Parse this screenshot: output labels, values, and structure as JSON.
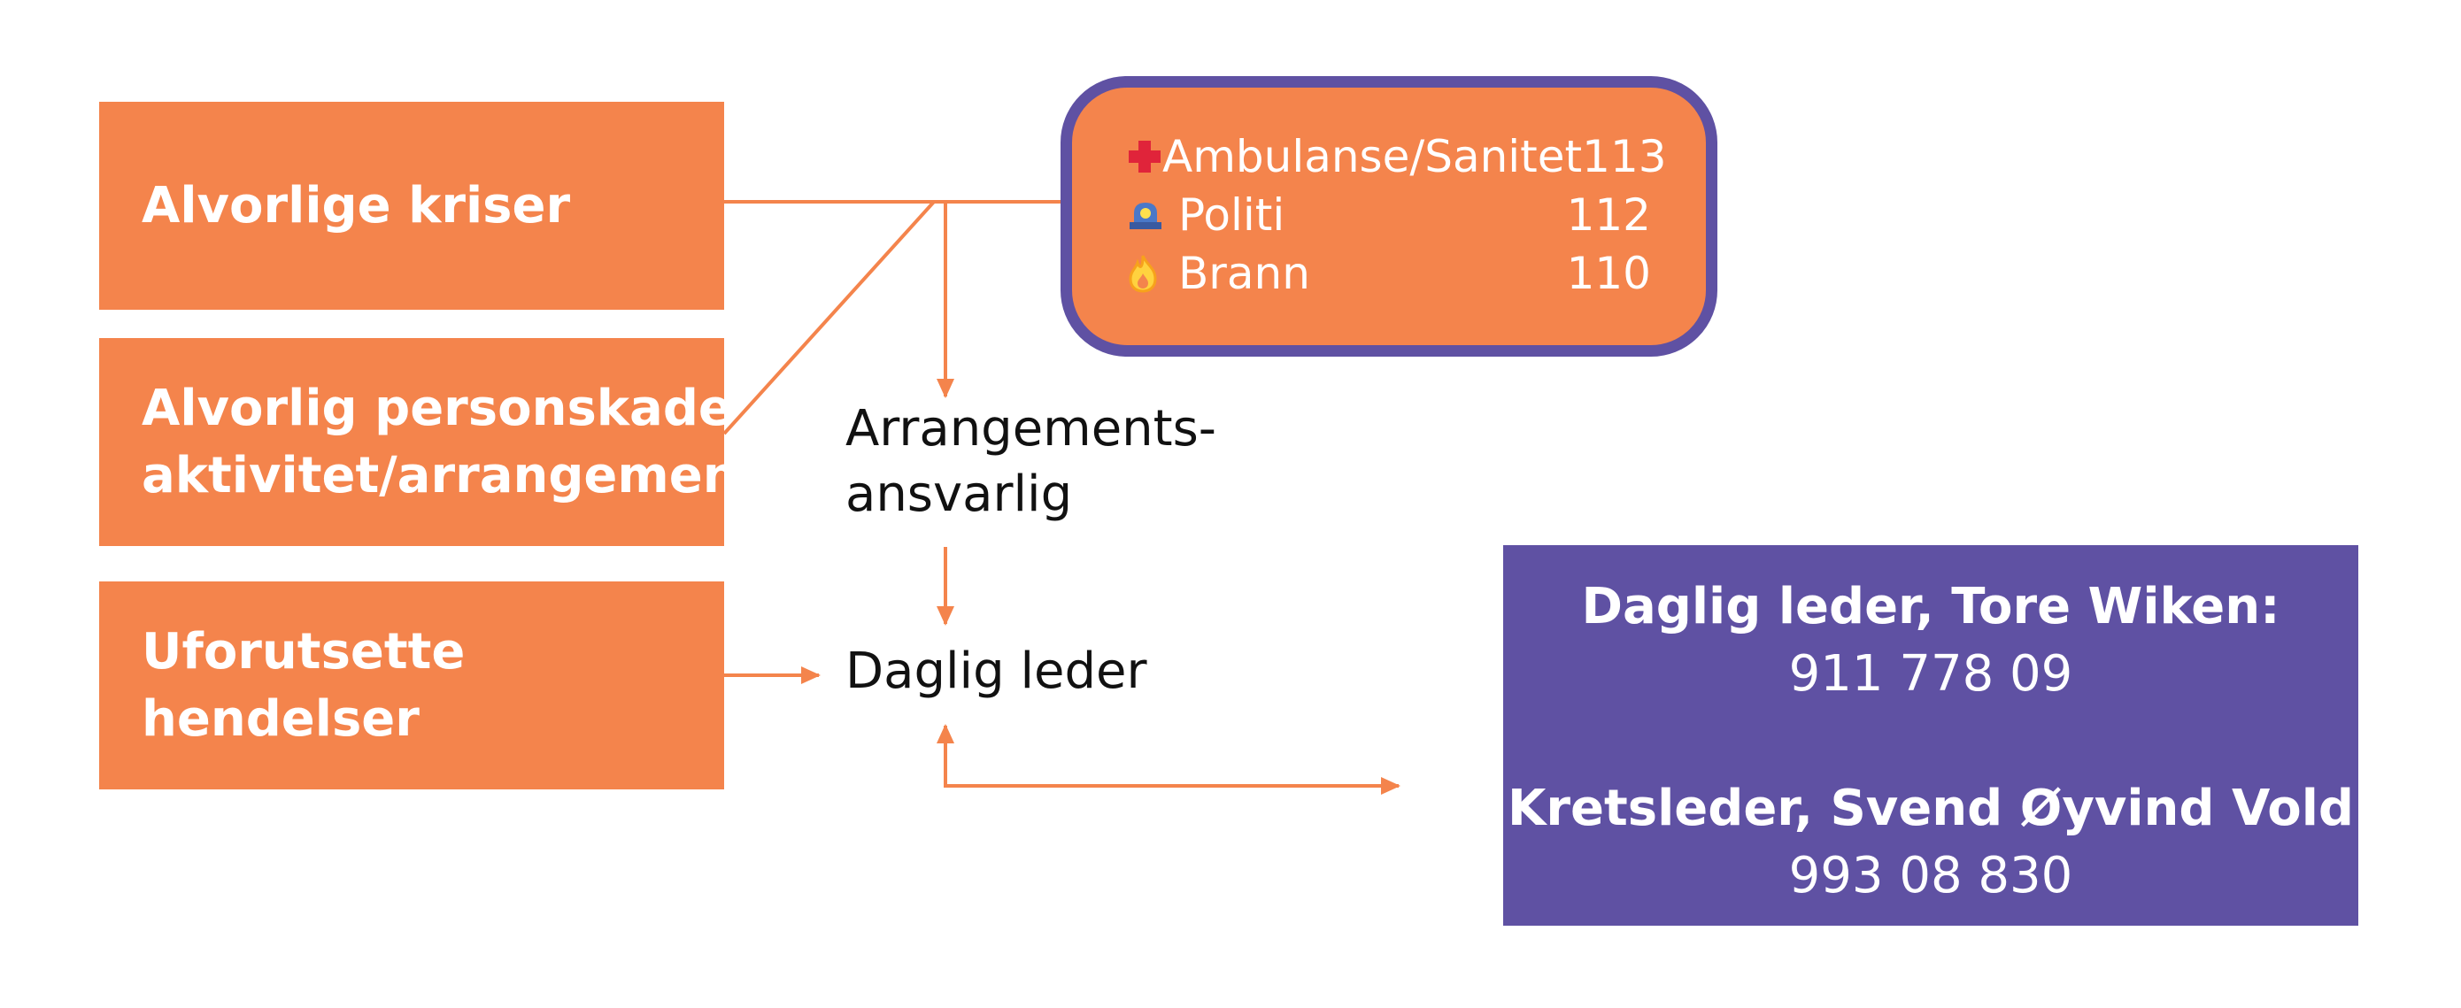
{
  "left_boxes": {
    "alvorlige_kriser": [
      "Alvorlige kriser"
    ],
    "personskade": [
      "Alvorlig personskade",
      "aktivitet/arrangement"
    ],
    "uforutsette": [
      "Uforutsette",
      "hendelser"
    ]
  },
  "emergency": {
    "rows": [
      {
        "label": "Ambulanse/Sanitet",
        "number": "113",
        "icon": "red-cross-icon"
      },
      {
        "label": "Politi",
        "number": "112",
        "icon": "police-light-icon"
      },
      {
        "label": "Brann",
        "number": "110",
        "icon": "flame-icon"
      }
    ]
  },
  "flow": {
    "responsible": [
      "Arrangements-",
      "ansvarlig"
    ],
    "leader": "Daglig leder"
  },
  "contacts": [
    {
      "name": "Daglig leder, Tore Wiken:",
      "phone": "911 778 09"
    },
    {
      "name": "Kretsleder, Svend Øyvind Vold",
      "phone": "993 08 830"
    }
  ],
  "colors": {
    "orange": "#f4844c",
    "purple": "#5f51a3",
    "text": "#111111"
  }
}
